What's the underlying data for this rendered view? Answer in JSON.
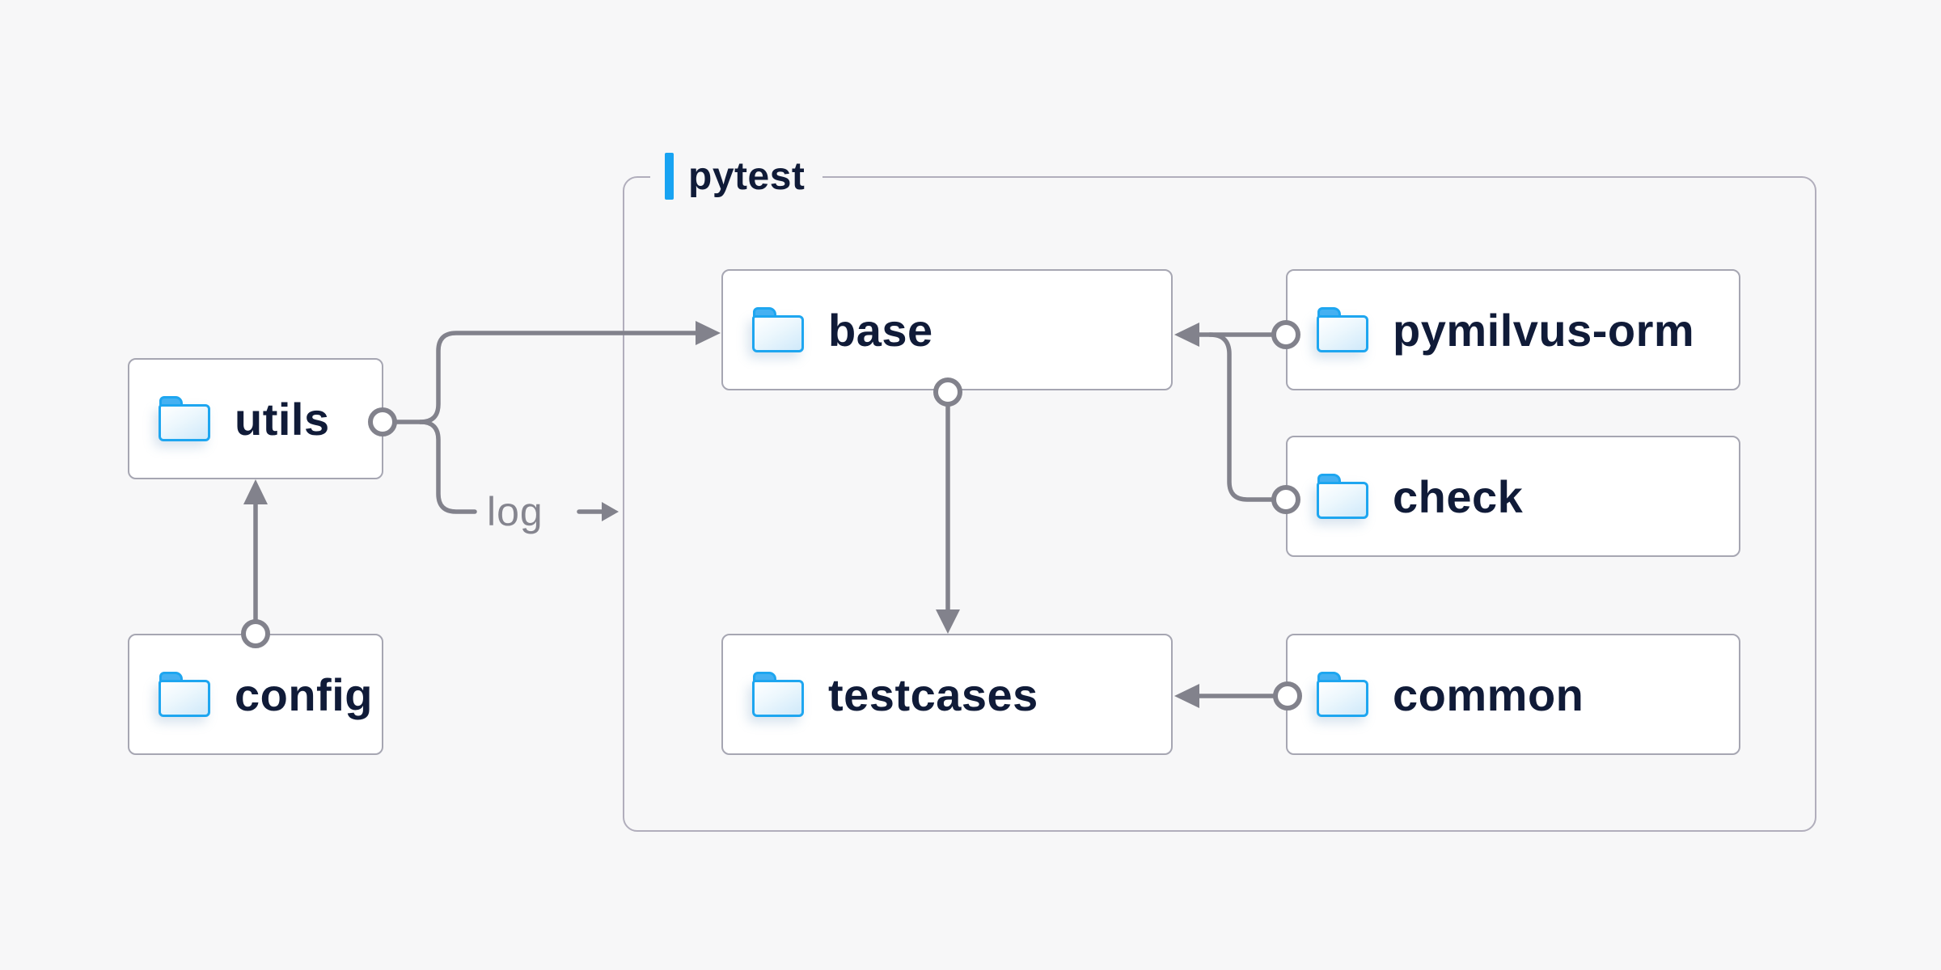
{
  "diagram": {
    "container": {
      "label": "pytest"
    },
    "nodes": [
      {
        "id": "utils",
        "label": "utils",
        "icon": "folder-icon"
      },
      {
        "id": "config",
        "label": "config",
        "icon": "folder-icon"
      },
      {
        "id": "base",
        "label": "base",
        "icon": "folder-icon",
        "group": "pytest"
      },
      {
        "id": "testcases",
        "label": "testcases",
        "icon": "folder-icon",
        "group": "pytest"
      },
      {
        "id": "pymilvus-orm",
        "label": "pymilvus-orm",
        "icon": "folder-icon",
        "group": "pytest"
      },
      {
        "id": "check",
        "label": "check",
        "icon": "folder-icon",
        "group": "pytest"
      },
      {
        "id": "common",
        "label": "common",
        "icon": "folder-icon",
        "group": "pytest"
      }
    ],
    "edges": [
      {
        "from": "config",
        "to": "utils"
      },
      {
        "from": "utils",
        "to": "base"
      },
      {
        "from": "utils",
        "to": "pytest",
        "label": "log"
      },
      {
        "from": "base",
        "to": "testcases"
      },
      {
        "from": "pymilvus-orm",
        "to": "base"
      },
      {
        "from": "check",
        "to": "base"
      },
      {
        "from": "common",
        "to": "testcases"
      }
    ],
    "colors": {
      "background": "#f7f7f8",
      "node_fill": "#ffffff",
      "node_border": "#a6a6b2",
      "container_border": "#b1aebc",
      "line": "#82828c",
      "node_text": "#101b38",
      "edge_label_text": "#85858f",
      "accent_blue": "#18a3f2",
      "folder_blue": "#1ea6f0"
    }
  }
}
